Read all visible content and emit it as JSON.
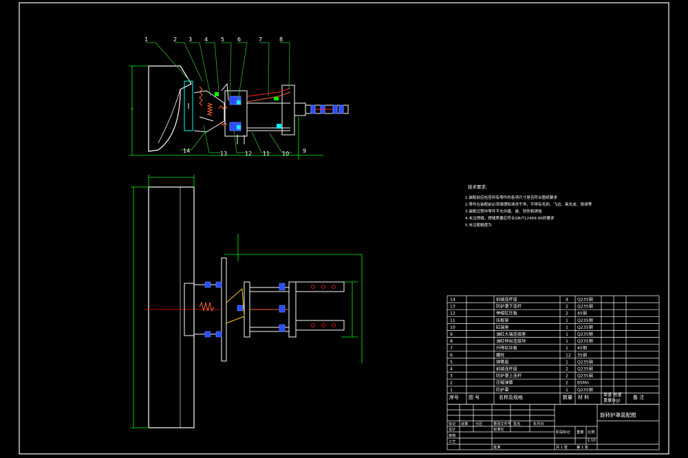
{
  "callouts": [
    "1",
    "2",
    "3",
    "4",
    "5",
    "6",
    "7",
    "8",
    "9",
    "10",
    "11",
    "12",
    "13",
    "14"
  ],
  "notes": {
    "title": "技术要求:",
    "lines": [
      "1.装配前应检查所有零件的各项尺寸是否符合图纸要求",
      "2.零件在装配前必须清理和清洗干净，不得有毛刺、飞边、氧化皮、铁锈等",
      "3.装配过程中零件不允许磕、碰、划伤和锈蚀",
      "4.未注焊缝，焊缝质量应符合GB/T12469-90的要求",
      "5.未注粗糙度为"
    ]
  },
  "bom": {
    "rows": [
      {
        "no": "14",
        "name": "前端连杆座",
        "qty": "4",
        "material": "Q235钢"
      },
      {
        "no": "13",
        "name": "防护罩下连杆",
        "qty": "2",
        "material": "Q235钢"
      },
      {
        "no": "12",
        "name": "伸缩缸压板",
        "qty": "2",
        "material": "45钢"
      },
      {
        "no": "11",
        "name": "压板架",
        "qty": "1",
        "material": "Q235钢"
      },
      {
        "no": "10",
        "name": "缸端座",
        "qty": "1",
        "material": "Q235钢"
      },
      {
        "no": "9",
        "name": "油缸大端连接座",
        "qty": "1",
        "material": "Q235钢"
      },
      {
        "no": "8",
        "name": "油缸伸出连接块",
        "qty": "1",
        "material": "Q235钢"
      },
      {
        "no": "7",
        "name": "升降缸压板",
        "qty": "1",
        "material": "45钢"
      },
      {
        "no": "6",
        "name": "螺栓",
        "qty": "12",
        "material": "35钢"
      },
      {
        "no": "5",
        "name": "弹簧座",
        "qty": "1",
        "material": "Q235钢"
      },
      {
        "no": "4",
        "name": "前端连杆座",
        "qty": "2",
        "material": "Q235钢"
      },
      {
        "no": "3",
        "name": "防护罩上连杆",
        "qty": "2",
        "material": "Q235钢"
      },
      {
        "no": "2",
        "name": "压缩弹簧",
        "qty": "2",
        "material": "65Mn"
      },
      {
        "no": "1",
        "name": "防护罩",
        "qty": "1",
        "material": "Q235钢"
      }
    ],
    "header": {
      "no": "序号",
      "code": "图 号",
      "name": "名称及规格",
      "qty": "数量",
      "material": "材 料",
      "weight": "单重 总重",
      "weight_unit": "重量(kg)",
      "remark": "备 注"
    }
  },
  "title_block": {
    "drawing_name": "旋转护罩装配图",
    "labels": [
      "标记",
      "处数",
      "分区",
      "更改文件号",
      "签名",
      "年月日",
      "设计",
      "标准化",
      "阶段标记",
      "重量",
      "比例",
      "审核",
      "工艺",
      "批准",
      "共 1 张",
      "第 1 张"
    ],
    "scale": "1:10"
  },
  "colors": {
    "frame": "#ffffff",
    "part_cyan": "#00ffff",
    "dim_green": "#00ff00",
    "leader_green": "#33cc33",
    "hydraulic_blue": "#2a4dff",
    "accent_red": "#ff2222",
    "axis_red": "#ff0000",
    "spring_orange": "#ff6633",
    "hatch_yellow": "#ffcc00"
  }
}
